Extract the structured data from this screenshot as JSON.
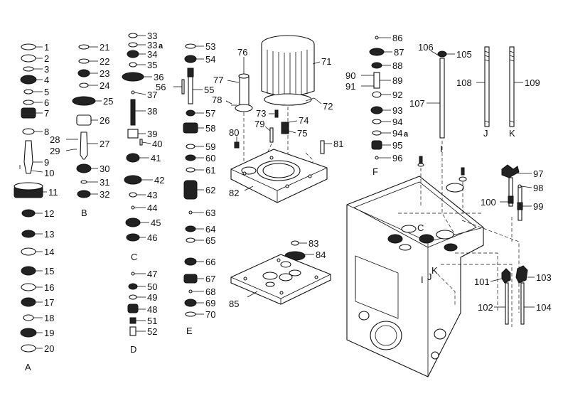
{
  "parts": {
    "p1": "1",
    "p2": "2",
    "p3": "3",
    "p4": "4",
    "p5": "5",
    "p6": "6",
    "p7": "7",
    "p8": "8",
    "p9": "9",
    "p10": "10",
    "p11": "11",
    "p12": "12",
    "p13": "13",
    "p14": "14",
    "p15": "15",
    "p16": "16",
    "p17": "17",
    "p18": "18",
    "p19": "19",
    "p20": "20",
    "p21": "21",
    "p22": "22",
    "p23": "23",
    "p24": "24",
    "p25": "25",
    "p26": "26",
    "p27": "27",
    "p28": "28",
    "p29": "29",
    "p30": "30",
    "p31": "31",
    "p32": "32",
    "p33": "33",
    "p33a": "33",
    "p34": "34",
    "p35": "35",
    "p36": "36",
    "p37": "37",
    "p38": "38",
    "p39": "39",
    "p40": "40",
    "p41": "41",
    "p42": "42",
    "p43": "43",
    "p44": "44",
    "p45": "45",
    "p46": "46",
    "p47": "47",
    "p48": "48",
    "p49": "49",
    "p50": "50",
    "p51": "51",
    "p52": "52",
    "p53": "53",
    "p54": "54",
    "p55": "55",
    "p56": "56",
    "p57": "57",
    "p58": "58",
    "p59": "59",
    "p60": "60",
    "p61": "61",
    "p62": "62",
    "p63": "63",
    "p64": "64",
    "p65": "65",
    "p66": "66",
    "p67": "67",
    "p68": "68",
    "p69": "69",
    "p70": "70",
    "p71": "71",
    "p72": "72",
    "p73": "73",
    "p74": "74",
    "p75": "75",
    "p76": "76",
    "p77": "77",
    "p78": "78",
    "p79": "79",
    "p80": "80",
    "p81": "81",
    "p82": "82",
    "p83": "83",
    "p84": "84",
    "p85": "85",
    "p86": "86",
    "p87": "87",
    "p88": "88",
    "p89": "89",
    "p90": "90",
    "p91": "91",
    "p92": "92",
    "p93": "93",
    "p94": "94",
    "p94a": "94",
    "p95": "95",
    "p96": "96",
    "p97": "97",
    "p98": "98",
    "p99": "99",
    "p100": "100",
    "p101": "101",
    "p102": "102",
    "p103": "103",
    "p104": "104",
    "p105": "105",
    "p106": "106",
    "p107": "107",
    "p108": "108",
    "p109": "109",
    "suffix_a": "a"
  },
  "groups": {
    "A": "A",
    "B": "B",
    "C": "C",
    "D": "D",
    "E": "E",
    "F": "F",
    "I": "I",
    "J": "J",
    "K": "K"
  },
  "housing_marks": {
    "C": "C",
    "I": "I",
    "J": "J",
    "K": "K"
  }
}
